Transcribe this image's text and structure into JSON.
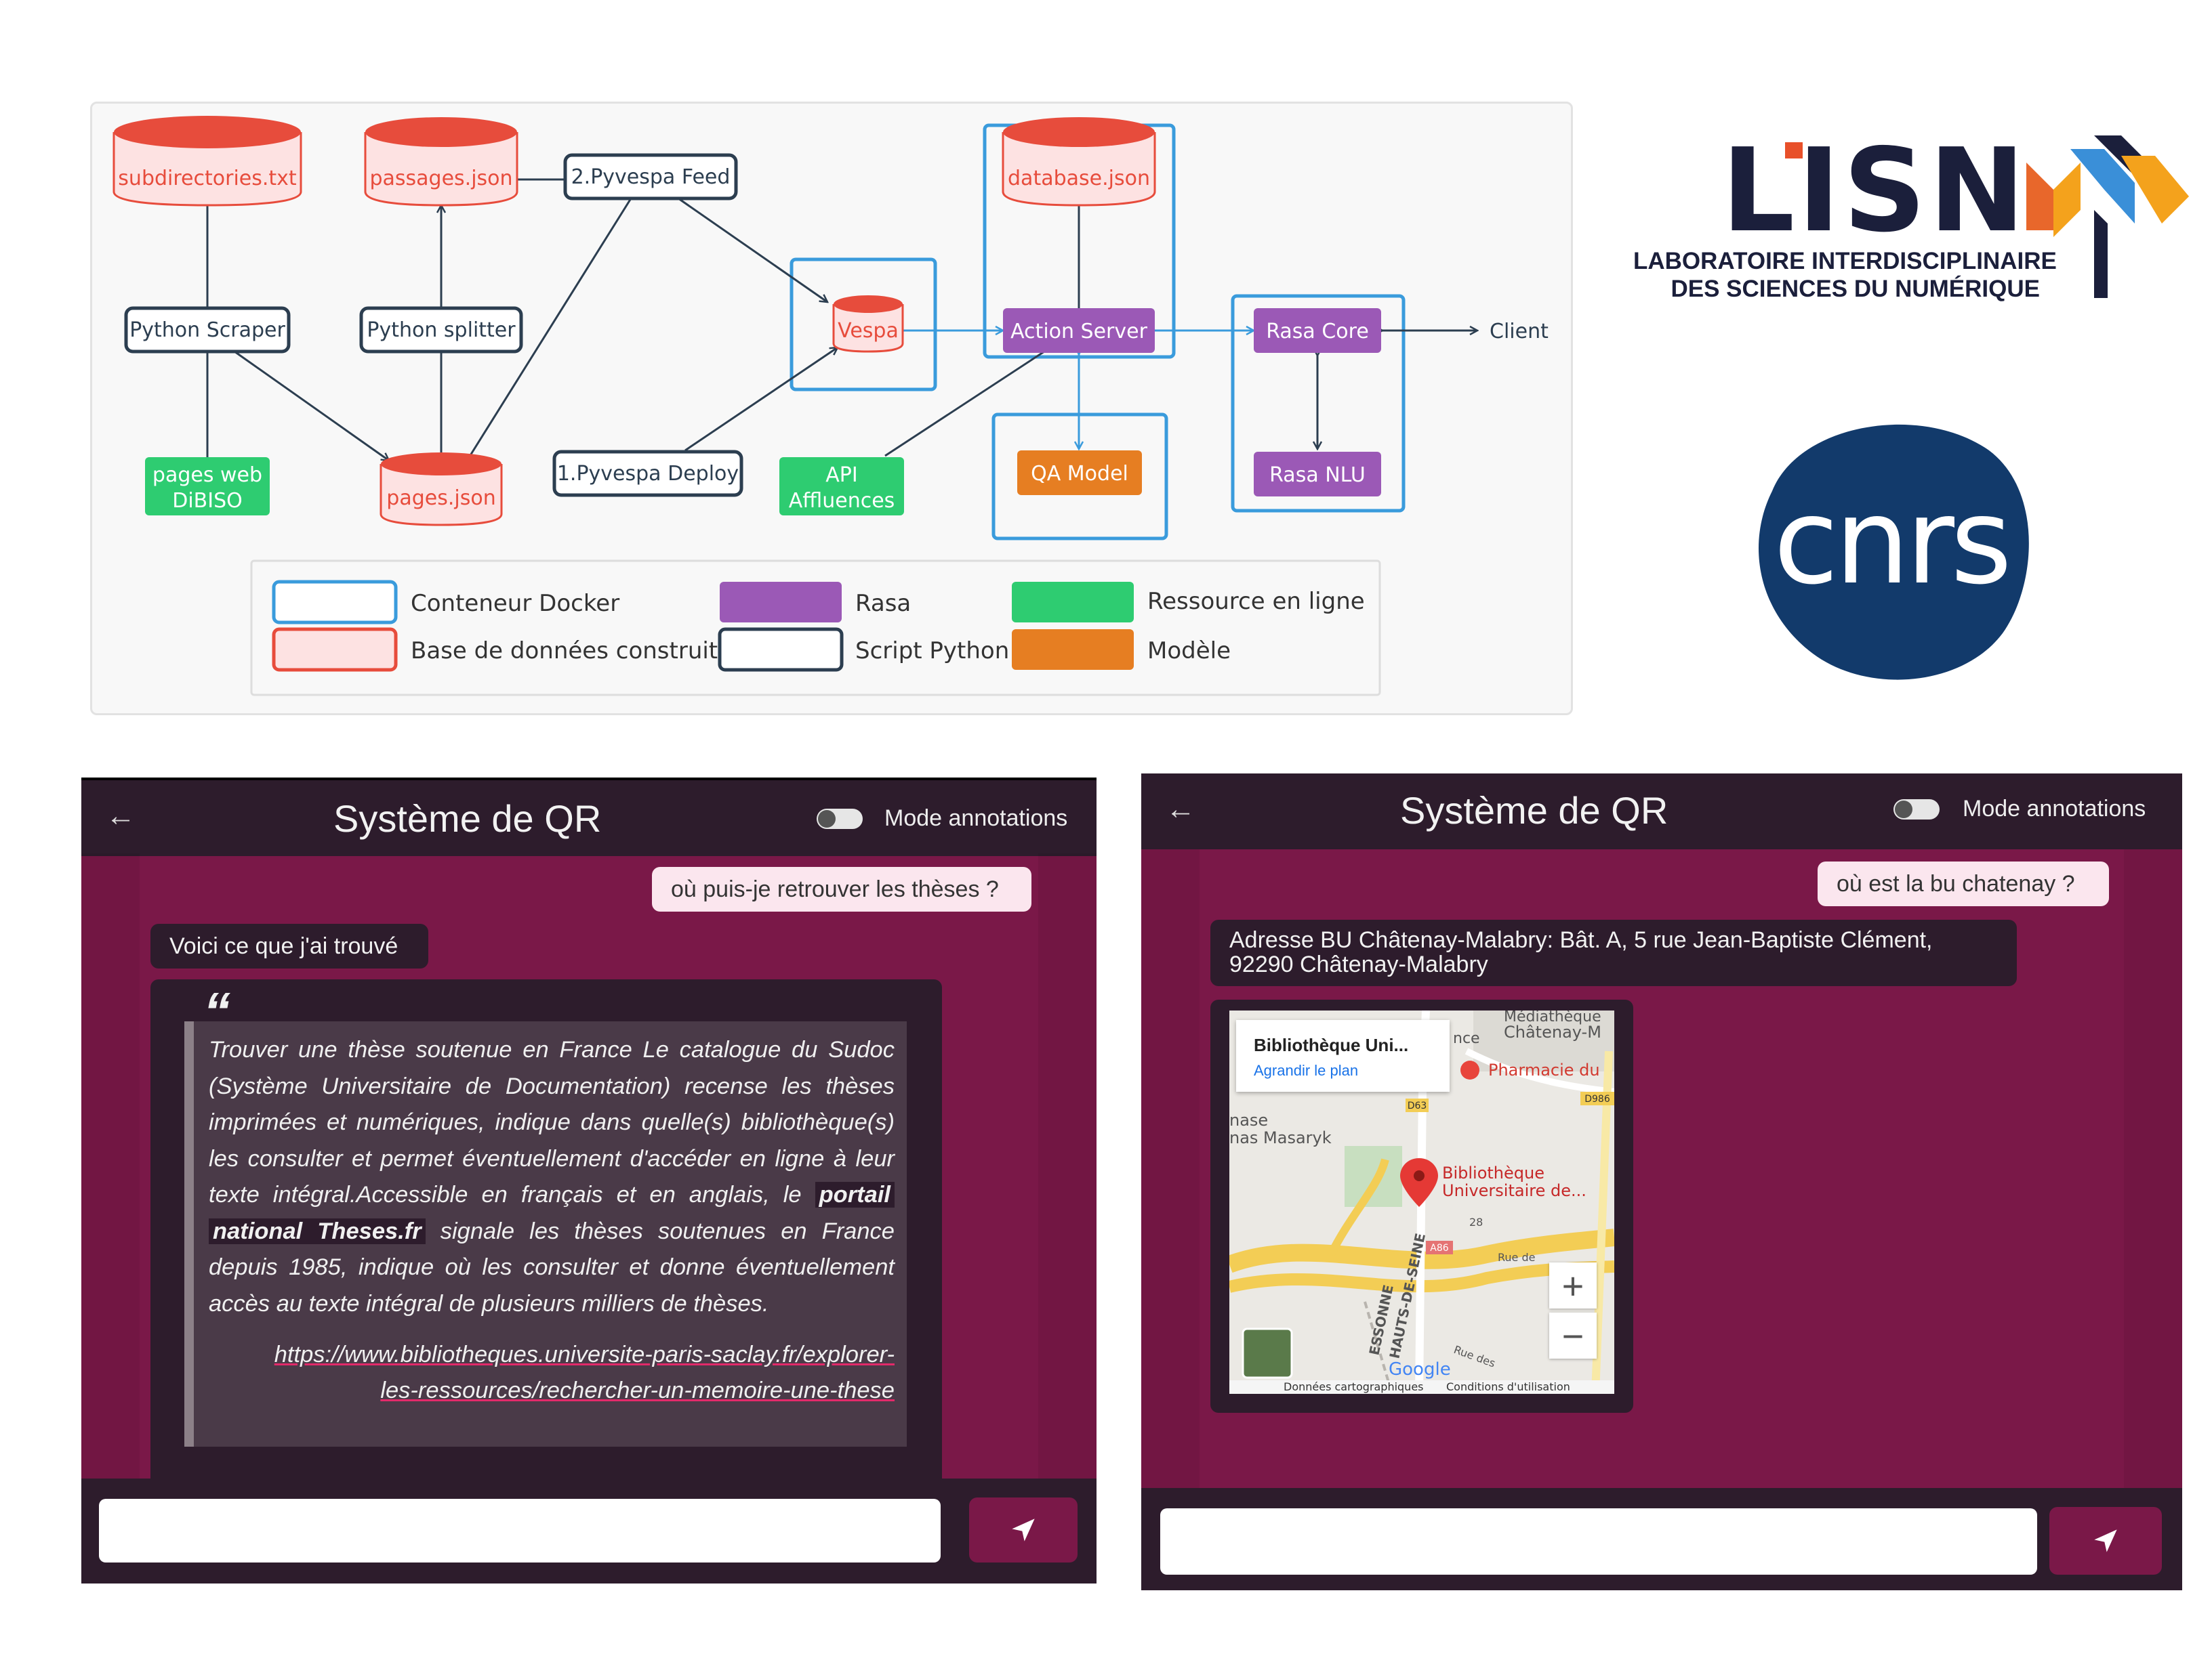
{
  "diagram": {
    "nodes": {
      "subdirectories": "subdirectories.txt",
      "passages": "passages.json",
      "database": "database.json",
      "pyvespa_feed": "2.Pyvespa Feed",
      "python_scraper": "Python Scraper",
      "python_splitter": "Python splitter",
      "vespa": "Vespa",
      "action_server": "Action Server",
      "rasa_core": "Rasa Core",
      "client": "Client",
      "pages_web_l1": "pages web",
      "pages_web_l2": "DiBISO",
      "pages_json": "pages.json",
      "pyvespa_deploy": "1.Pyvespa Deploy",
      "api_l1": "API",
      "api_l2": "Affluences",
      "qa_model": "QA Model",
      "rasa_nlu": "Rasa NLU"
    },
    "legend": {
      "docker": "Conteneur Docker",
      "db": "Base de données construite",
      "rasa": "Rasa",
      "script": "Script Python",
      "online": "Ressource en ligne",
      "model": "Modèle"
    },
    "colors": {
      "docker": "#3a9bdc",
      "db_fill": "#fde2e2",
      "db_stroke": "#e74c3c",
      "rasa": "#9b59b6",
      "script": "#2c3e50",
      "online": "#2ecc71",
      "model": "#e67e22"
    }
  },
  "logos": {
    "lisn_mark": "LISN",
    "lisn_line1": "LABORATOIRE INTERDISCIPLINAIRE",
    "lisn_line2": "DES SCIENCES DU NUMÉRIQUE",
    "cnrs_mark": "cnrs"
  },
  "chat_left": {
    "title": "Système de QR",
    "mode_label": "Mode annotations",
    "user_message": "où puis-je retrouver les thèses ?",
    "bot_intro": "Voici ce que j'ai trouvé",
    "quote_part1": "Trouver une thèse soutenue en France Le catalogue du Sudoc (Système Universitaire de Documentation) recense les thèses imprimées et numériques, indique dans quelle(s) bibliothèque(s) les consulter et permet éventuellement d'accéder en ligne à leur texte intégral.Accessible en français et en anglais, le",
    "quote_bold1": "portail",
    "quote_bold2": "national Theses.fr",
    "quote_part2": "signale les thèses soutenues en France depuis 1985, indique où les consulter et donne éventuellement accès au texte intégral de plusieurs milliers de thèses.",
    "quote_link_l1": "https://www.bibliotheques.universite-paris-saclay.fr/explorer-",
    "quote_link_l2": "les-ressources/rechercher-un-memoire-une-these"
  },
  "chat_right": {
    "title": "Système de QR",
    "mode_label": "Mode annotations",
    "user_message": "où est la bu chatenay ?",
    "bot_answer_l1": "Adresse BU Châtenay-Malabry: Bât. A, 5 rue Jean-Baptiste Clément,",
    "bot_answer_l2": "92290 Châtenay-Malabry",
    "map": {
      "popup_title": "Bibliothèque Uni...",
      "popup_link": "Agrandir le plan",
      "pin_label_l1": "Bibliothèque",
      "pin_label_l2": "Universitaire de...",
      "pharmacy": "Pharmacie du",
      "mediatheque": "Médiathèque",
      "chatenay": "Châtenay-M",
      "place1": "nase",
      "place2": "nas Masaryk",
      "road_d63": "D63",
      "road_d986": "D986",
      "road_a86": "A86",
      "road_28": "28",
      "rue_de": "Rue de",
      "rue_des": "Rue des",
      "partial": "nce",
      "essonne": "ESSONNE",
      "hauts": "HAUTS-DE-SEINE",
      "google": "Google",
      "footer_data": "Données cartographiques",
      "footer_terms": "Conditions d'utilisation",
      "zoom_in": "+",
      "zoom_out": "−"
    }
  }
}
